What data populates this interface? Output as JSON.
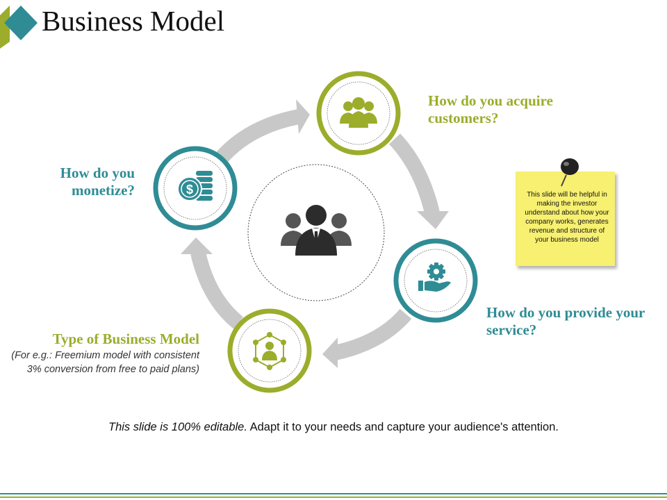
{
  "title": "Business Model",
  "questions": {
    "acquire": "How do you acquire customers?",
    "monetize": "How do you monetize?",
    "provide": "How do you provide your service?",
    "type_heading": "Type of Business Model",
    "type_description": "(For e.g.: Freemium model with consistent 3% conversion from free to paid plans)"
  },
  "sticky_note": "This slide will be helpful in making the investor understand about how your company works, generates revenue and structure of your business model",
  "footer": {
    "italic": "This slide is 100% editable.",
    "rest": " Adapt it to your needs and capture your audience's attention."
  },
  "icons": {
    "center": "business-team-icon",
    "acquire": "customers-group-icon",
    "monetize": "dollar-coins-icon",
    "provide": "hand-gear-icon",
    "type": "network-person-icon"
  },
  "colors": {
    "green": "#9bad2b",
    "teal": "#2f8c95",
    "arrow": "#c8c8c8",
    "note": "#f7f070",
    "footer_line": "#2f8c95"
  }
}
